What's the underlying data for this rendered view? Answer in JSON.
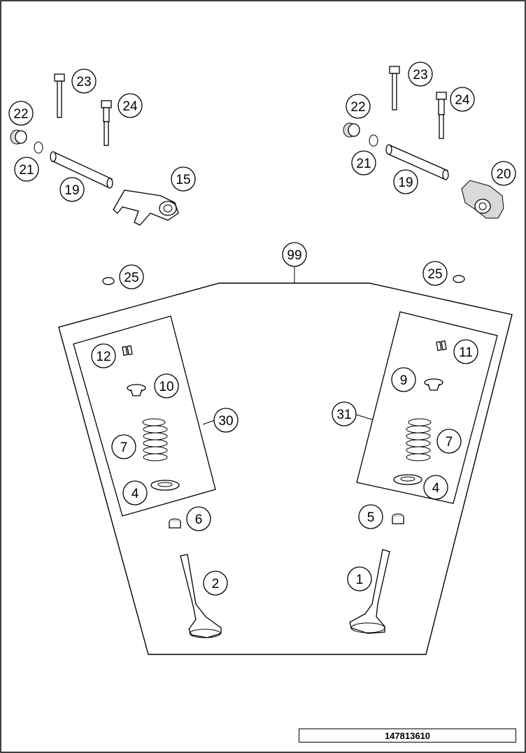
{
  "drawing_number": "147813610",
  "callouts": [
    {
      "id": "c23l",
      "label": "23"
    },
    {
      "id": "c24l",
      "label": "24"
    },
    {
      "id": "c22l",
      "label": "22"
    },
    {
      "id": "c21l",
      "label": "21"
    },
    {
      "id": "c19l",
      "label": "19"
    },
    {
      "id": "c15",
      "label": "15"
    },
    {
      "id": "c23r",
      "label": "23"
    },
    {
      "id": "c24r",
      "label": "24"
    },
    {
      "id": "c22r",
      "label": "22"
    },
    {
      "id": "c21r",
      "label": "21"
    },
    {
      "id": "c19r",
      "label": "19"
    },
    {
      "id": "c20",
      "label": "20"
    },
    {
      "id": "c99",
      "label": "99"
    },
    {
      "id": "c25l",
      "label": "25"
    },
    {
      "id": "c25r",
      "label": "25"
    },
    {
      "id": "c12",
      "label": "12"
    },
    {
      "id": "c10",
      "label": "10"
    },
    {
      "id": "c30",
      "label": "30"
    },
    {
      "id": "c7l",
      "label": "7"
    },
    {
      "id": "c4l",
      "label": "4"
    },
    {
      "id": "c11",
      "label": "11"
    },
    {
      "id": "c9",
      "label": "9"
    },
    {
      "id": "c31",
      "label": "31"
    },
    {
      "id": "c7r",
      "label": "7"
    },
    {
      "id": "c4r",
      "label": "4"
    },
    {
      "id": "c6",
      "label": "6"
    },
    {
      "id": "c5",
      "label": "5"
    },
    {
      "id": "c2",
      "label": "2"
    },
    {
      "id": "c1",
      "label": "1"
    }
  ]
}
